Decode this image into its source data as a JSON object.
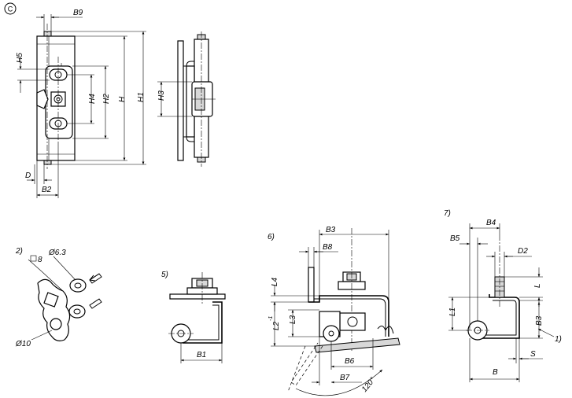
{
  "copyright_mark": "C",
  "views": {
    "front": {
      "labels": {
        "b9": "B9",
        "h5": "H5",
        "h4": "H4",
        "h2": "H2",
        "h": "H",
        "h1": "H1",
        "d": "D",
        "b2": "B2"
      }
    },
    "side": {
      "labels": {
        "h3": "H3"
      }
    },
    "fig2": {
      "number": "2)",
      "labels": {
        "square": "8",
        "dia63": "Ø6.3",
        "dia10": "Ø10"
      }
    },
    "fig5": {
      "number": "5)",
      "labels": {
        "b1": "B1"
      }
    },
    "fig6": {
      "number": "6)",
      "labels": {
        "b3": "B3",
        "b8": "B8",
        "l4": "L4",
        "l2": "L2",
        "l2_tol": "-1",
        "l3": "L3",
        "b6": "B6",
        "b7": "B7",
        "angle": "120°"
      }
    },
    "fig7": {
      "number": "7)",
      "labels": {
        "b4": "B4",
        "b5": "B5",
        "d2": "D2",
        "l": "L",
        "l1": "L1",
        "b3": "B3",
        "ref1": "1)",
        "b": "B",
        "s": "S"
      }
    }
  }
}
